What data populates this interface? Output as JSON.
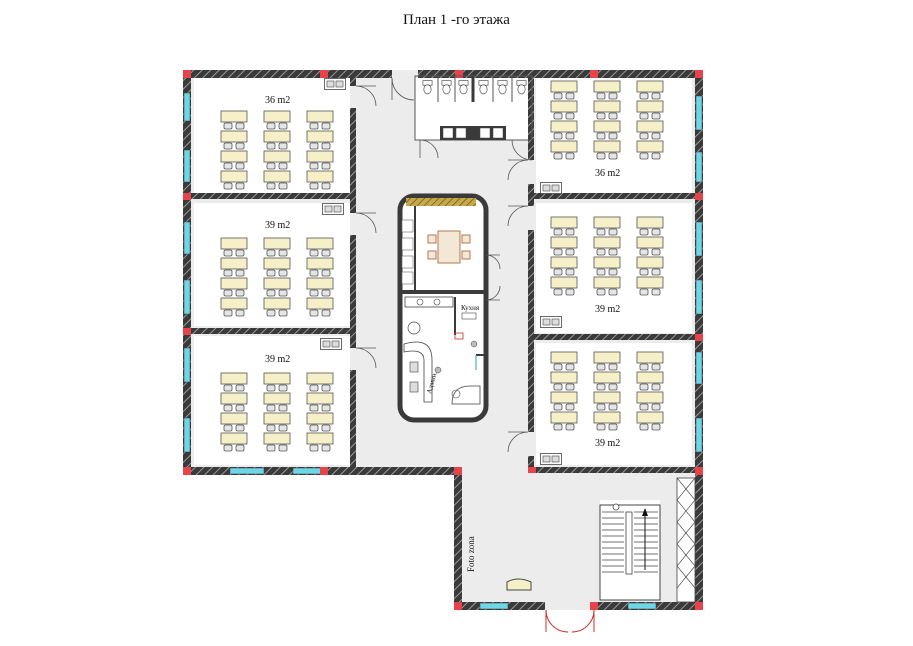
{
  "title": "План 1 -го этажа",
  "rooms": {
    "left_top": "36 m2",
    "left_mid": "39 m2",
    "left_bot": "39 m2",
    "right_top": "36 m2",
    "right_mid": "39 m2",
    "right_bot": "39 m2"
  },
  "labels": {
    "kitchen": "Кухня",
    "reception": "Админ.",
    "photo_zone": "Foto zona"
  },
  "colors": {
    "wall": "#3a3a3a",
    "column": "#e8434b",
    "window": "#6fd6e8",
    "floor": "#ececec",
    "desk": "#f6f0c8",
    "table": "#f3e7d6",
    "door_red": "#c9302c"
  }
}
